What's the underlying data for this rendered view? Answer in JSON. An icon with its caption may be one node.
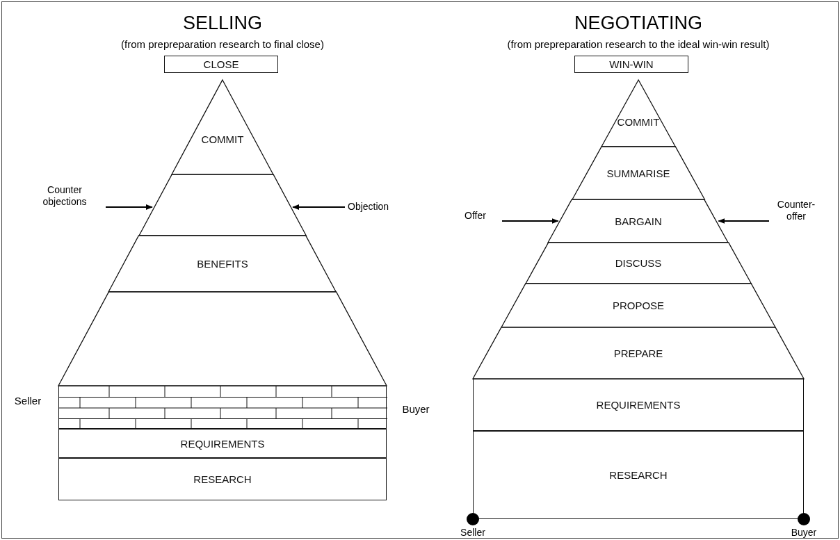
{
  "diagram": {
    "nodes": [
      {
        "text": [
          "CLOSE"
        ]
      },
      {
        "text": [
          "COMMIT"
        ]
      },
      {
        "text": [],
        "shape": "band"
      },
      {
        "text": [
          "BENEFITS"
        ]
      },
      {
        "text": [],
        "shape": "band"
      },
      {
        "text": [],
        "shape": "wall"
      },
      {
        "text": [
          "REQUIREMENTS"
        ]
      },
      {
        "text": [
          "RESEARCH"
        ]
      },
      {
        "text": [
          "Counter objections"
        ]
      },
      {
        "text": [
          "Objection"
        ]
      },
      {
        "text": [
          "WIN-WIN"
        ]
      },
      {
        "text": [
          "COMMIT"
        ]
      },
      {
        "text": [
          "SUMMARISE"
        ]
      },
      {
        "text": [
          "BARGAIN"
        ]
      },
      {
        "text": [
          "DISCUSS"
        ]
      },
      {
        "text": [
          "PROPOSE"
        ]
      },
      {
        "text": [
          "PREPARE"
        ]
      },
      {
        "text": [
          "REQUIREMENTS"
        ]
      },
      {
        "text": [
          "RESEARCH"
        ]
      },
      {
        "text": [
          "Offer"
        ]
      },
      {
        "text": [
          "Counter-offer"
        ]
      },
      {
        "text": [],
        "shape": "circle",
        "beside": [
          "Seller"
        ]
      },
      {
        "text": [],
        "shape": "circle",
        "beside": [
          "Buyer"
        ]
      }
    ],
    "edges": [
      {
        "from": 8,
        "to": 2,
        "arrow": "to"
      },
      {
        "from": 9,
        "to": 2,
        "arrow": "to"
      },
      {
        "from": 19,
        "to": 13,
        "arrow": "to"
      },
      {
        "from": 20,
        "to": 13,
        "arrow": "to"
      }
    ],
    "labels": [
      "SELLING",
      "(from prepreparation research to final close)",
      "NEGOTIATING",
      "(from prepreparation research to the ideal win-win result)",
      "Seller",
      "Buyer"
    ]
  }
}
